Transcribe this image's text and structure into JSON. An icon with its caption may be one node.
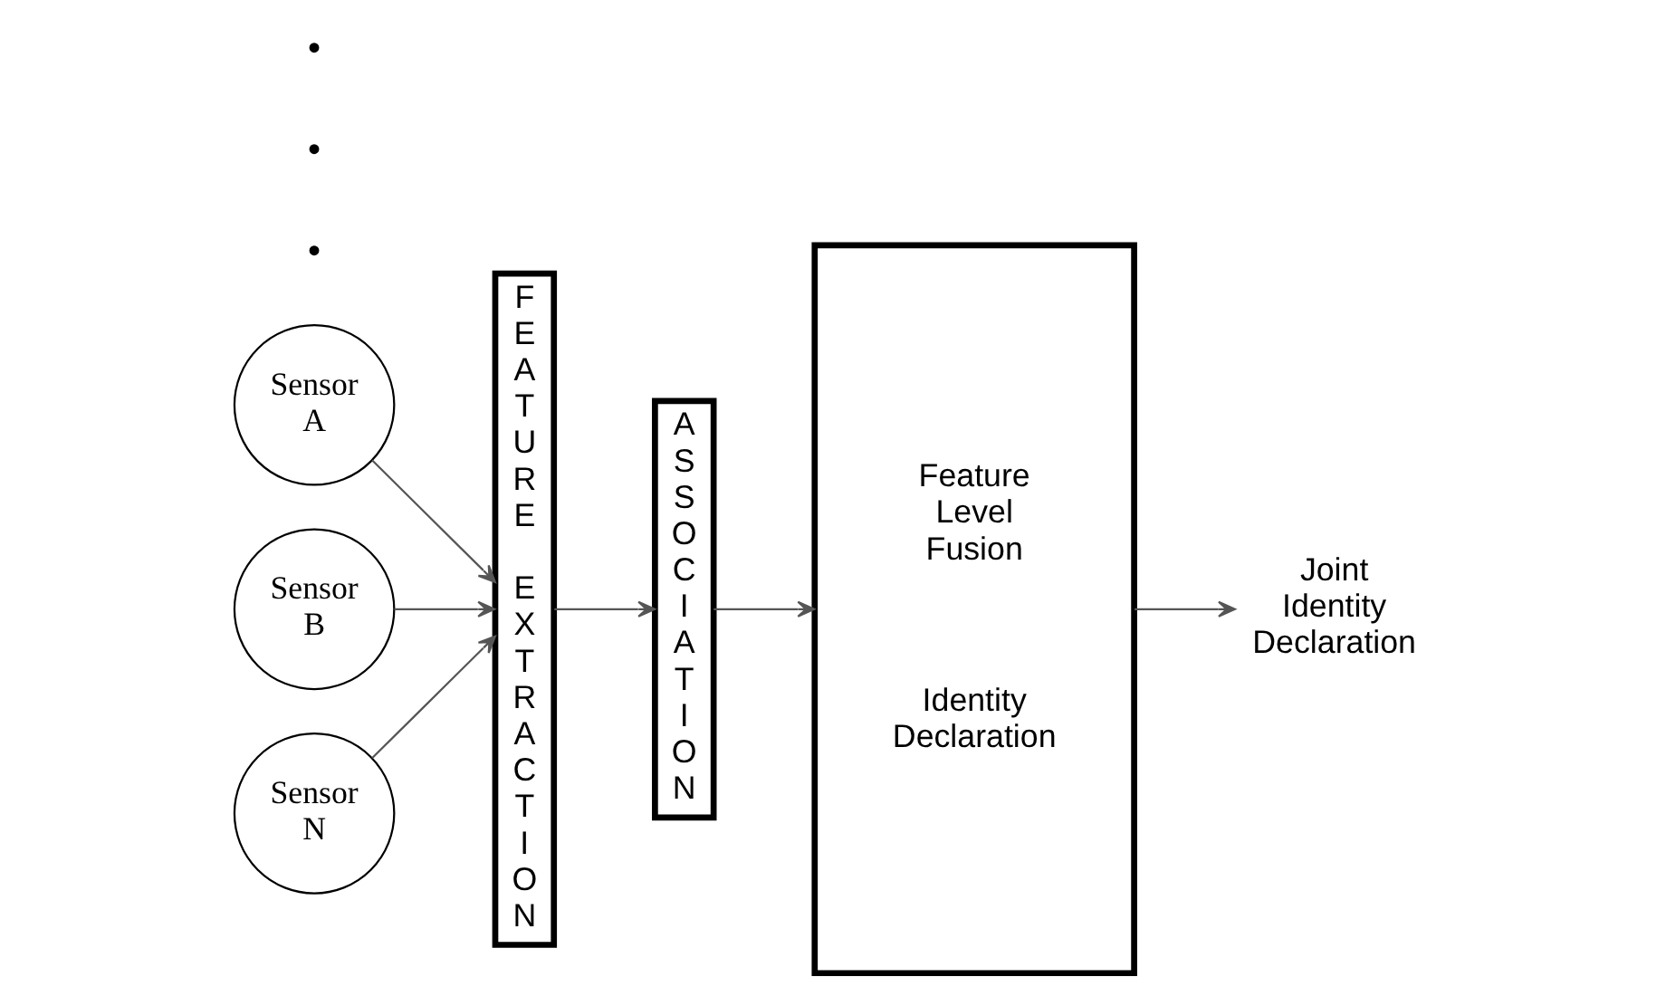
{
  "diagram": {
    "nodes": [
      {
        "text": [
          "Sensor A"
        ]
      },
      {
        "text": [
          "Sensor B"
        ]
      },
      {
        "text": [
          "Sensor N"
        ]
      },
      {
        "text": [
          "FEATURE EXTRACTION"
        ]
      },
      {
        "text": [
          "ASSOCIATION"
        ]
      },
      {
        "text": [
          "Feature Level Fusion",
          "Identity Declaration"
        ]
      },
      {
        "text": [
          "Joint Identity Declaration"
        ]
      }
    ],
    "edges": [
      {
        "from": 0,
        "to": 3,
        "arrow": "to"
      },
      {
        "from": 1,
        "to": 3,
        "arrow": "to"
      },
      {
        "from": 2,
        "to": 3,
        "arrow": "to"
      },
      {
        "from": 3,
        "to": 4,
        "arrow": "to"
      },
      {
        "from": 4,
        "to": 5,
        "arrow": "to"
      },
      {
        "from": 5,
        "to": 6,
        "arrow": "to"
      }
    ],
    "labels": [
      "•",
      "•",
      "•"
    ]
  }
}
